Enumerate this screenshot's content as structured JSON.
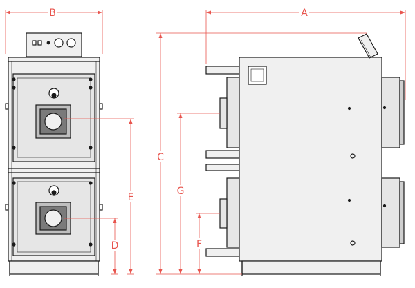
{
  "dimension_labels": {
    "a": "A",
    "b": "B",
    "c": "C",
    "d": "D",
    "e": "E",
    "f": "F",
    "g": "G"
  },
  "colors": {
    "dimension": "#e8554e",
    "outline": "#1a1a1a",
    "panel": "#f0f0f0",
    "door": "#e6e6e6"
  }
}
